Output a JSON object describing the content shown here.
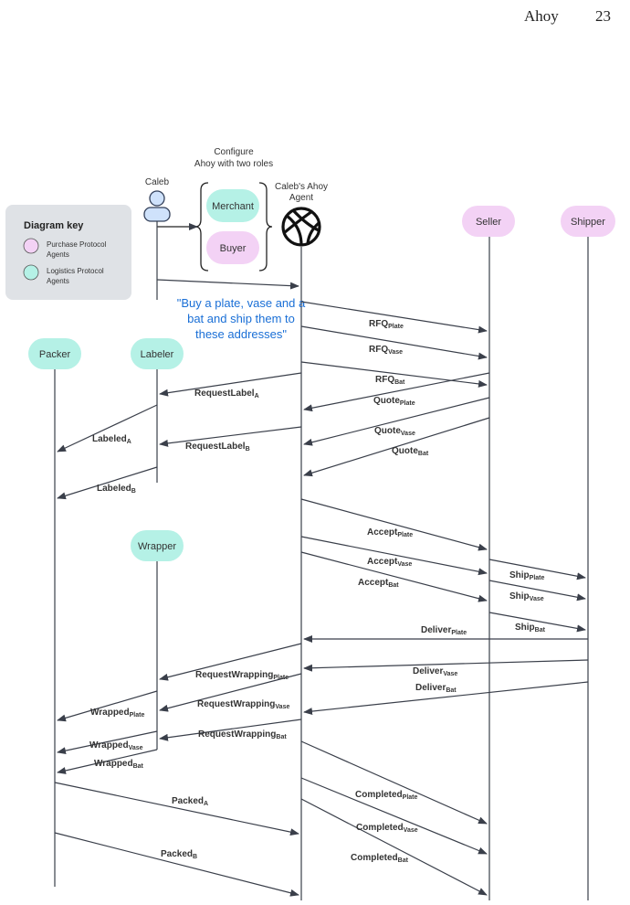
{
  "header": {
    "title": "Ahoy",
    "page": "23"
  },
  "configure": {
    "line1": "Configure",
    "line2": "Ahoy with two roles"
  },
  "user": {
    "name": "Caleb"
  },
  "agent": {
    "line1": "Caleb's Ahoy",
    "line2": "Agent"
  },
  "roles": {
    "merchant": "Merchant",
    "buyer": "Buyer"
  },
  "key": {
    "title": "Diagram key",
    "purchase1": "Purchase Protocol",
    "purchase2": "Agents",
    "logistics1": "Logistics Protocol",
    "logistics2": "Agents"
  },
  "request": {
    "line1": "\"Buy a plate, vase and a",
    "line2": "bat and ship them to",
    "line3": "these addresses\""
  },
  "actors": {
    "seller": "Seller",
    "shipper": "Shipper",
    "packer": "Packer",
    "labeler": "Labeler",
    "wrapper": "Wrapper"
  },
  "colors": {
    "purchase": "#f3d2f5",
    "logistics": "#b5f1e6",
    "user": "#cfe2fb",
    "keybox": "#dfe2e6",
    "request": "#1a6fd6"
  },
  "messages": [
    {
      "main": "RFQ",
      "sub": "Plate"
    },
    {
      "main": "RFQ",
      "sub": "Vase"
    },
    {
      "main": "RFQ",
      "sub": "Bat"
    },
    {
      "main": "RequestLabel",
      "sub": "A"
    },
    {
      "main": "Quote",
      "sub": "Plate"
    },
    {
      "main": "Quote",
      "sub": "Vase"
    },
    {
      "main": "Labeled",
      "sub": "A"
    },
    {
      "main": "RequestLabel",
      "sub": "B"
    },
    {
      "main": "Quote",
      "sub": "Bat"
    },
    {
      "main": "Labeled",
      "sub": "B"
    },
    {
      "main": "Accept",
      "sub": "Plate"
    },
    {
      "main": "Accept",
      "sub": "Vase"
    },
    {
      "main": "Ship",
      "sub": "Plate"
    },
    {
      "main": "Accept",
      "sub": "Bat"
    },
    {
      "main": "Ship",
      "sub": "Vase"
    },
    {
      "main": "Ship",
      "sub": "Bat"
    },
    {
      "main": "Deliver",
      "sub": "Plate"
    },
    {
      "main": "RequestWrapping",
      "sub": "Plate"
    },
    {
      "main": "Deliver",
      "sub": "Vase"
    },
    {
      "main": "Deliver",
      "sub": "Bat"
    },
    {
      "main": "RequestWrapping",
      "sub": "Vase"
    },
    {
      "main": "Wrapped",
      "sub": "Plate"
    },
    {
      "main": "RequestWrapping",
      "sub": "Bat"
    },
    {
      "main": "Wrapped",
      "sub": "Vase"
    },
    {
      "main": "Wrapped",
      "sub": "Bat"
    },
    {
      "main": "Completed",
      "sub": "Plate"
    },
    {
      "main": "Packed",
      "sub": "A"
    },
    {
      "main": "Completed",
      "sub": "Vase"
    },
    {
      "main": "Packed",
      "sub": "B"
    },
    {
      "main": "Completed",
      "sub": "Bat"
    }
  ]
}
